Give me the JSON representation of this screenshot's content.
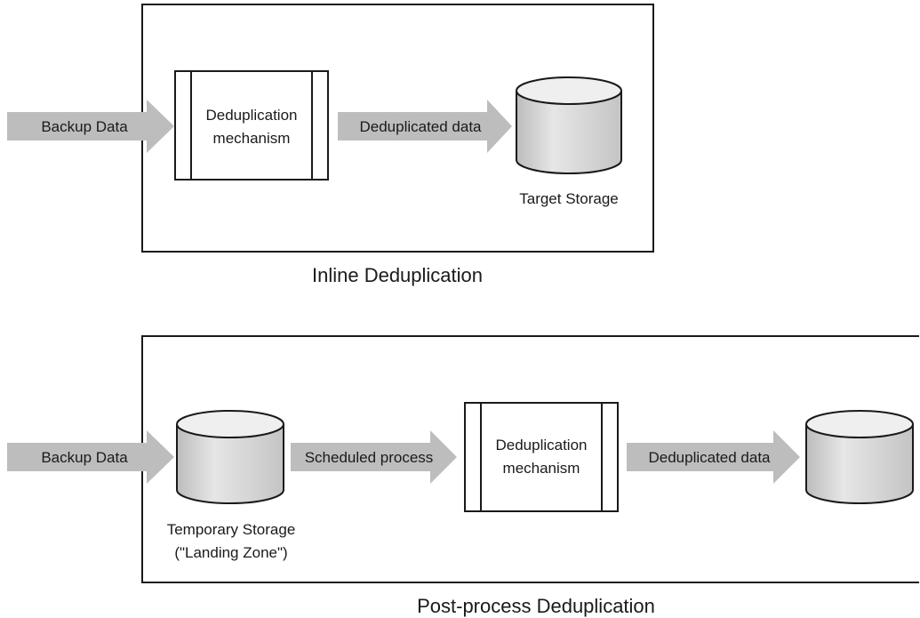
{
  "inline": {
    "title": "Inline Deduplication",
    "input_arrow": "Backup Data",
    "mechanism": [
      "Deduplication",
      "mechanism"
    ],
    "output_arrow": "Deduplicated data",
    "target_label": "Target Storage"
  },
  "post": {
    "title": "Post-process Deduplication",
    "input_arrow": "Backup Data",
    "temp_label": [
      "Temporary Storage",
      "(\"Landing Zone\")"
    ],
    "scheduled_arrow": "Scheduled process",
    "mechanism": [
      "Deduplication",
      "mechanism"
    ],
    "output_arrow": "Deduplicated data"
  },
  "colors": {
    "arrow_fill": "#bdbdbd",
    "cylinder_body": "#d9d9d9",
    "cylinder_top": "#efefef",
    "stroke": "#1a1a1a"
  }
}
